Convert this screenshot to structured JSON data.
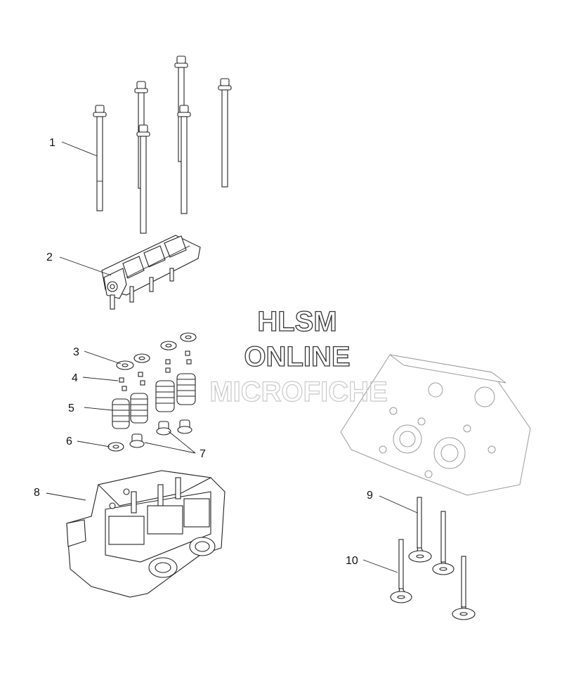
{
  "watermark": {
    "line1": "HLSM",
    "line2": "ONLINE",
    "line3": "MICROFICHE"
  },
  "callouts": [
    {
      "id": "1",
      "label": "1",
      "part": "cylinder-head-bolts"
    },
    {
      "id": "2",
      "label": "2",
      "part": "rocker-arm-assembly"
    },
    {
      "id": "3",
      "label": "3",
      "part": "spring-retainer"
    },
    {
      "id": "4",
      "label": "4",
      "part": "valve-keepers"
    },
    {
      "id": "5",
      "label": "5",
      "part": "valve-spring"
    },
    {
      "id": "6",
      "label": "6",
      "part": "spring-seat"
    },
    {
      "id": "7",
      "label": "7",
      "part": "valve-stem-seals"
    },
    {
      "id": "8",
      "label": "8",
      "part": "cylinder-head"
    },
    {
      "id": "9",
      "label": "9",
      "part": "intake-valve"
    },
    {
      "id": "10",
      "label": "10",
      "part": "exhaust-valve"
    }
  ]
}
